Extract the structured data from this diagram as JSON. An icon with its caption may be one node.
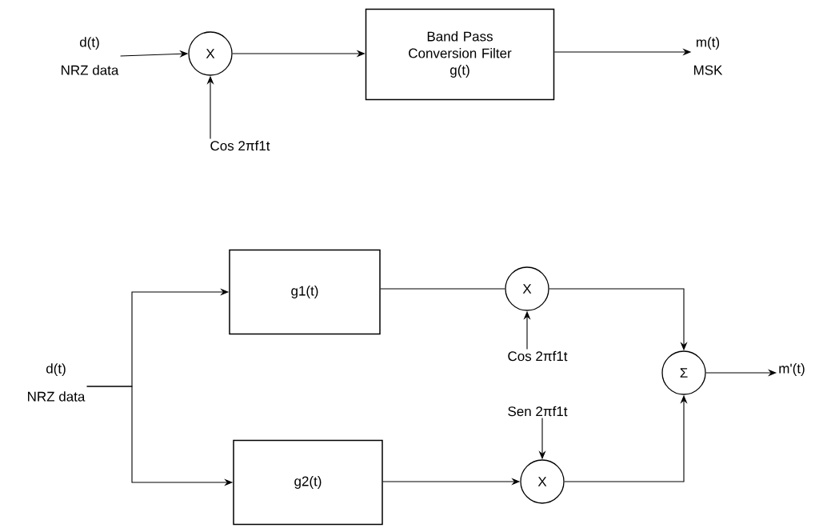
{
  "diagram": {
    "nodes": [
      {
        "text": [
          "d(t)",
          "NRZ data"
        ]
      },
      {
        "text": [
          "X"
        ]
      },
      {
        "text": [
          "Cos 2πf1t"
        ]
      },
      {
        "text": [
          "Band Pass Conversion Filter",
          "g(t)"
        ]
      },
      {
        "text": [
          "m(t)",
          "MSK"
        ]
      },
      {
        "text": [
          "d(t)",
          "NRZ data"
        ]
      },
      {
        "text": [
          "g1(t)"
        ]
      },
      {
        "text": [
          "g2(t)"
        ]
      },
      {
        "text": [
          "X"
        ]
      },
      {
        "text": [
          "Cos 2πf1t"
        ]
      },
      {
        "text": [
          "Sen 2πf1t"
        ]
      },
      {
        "text": [
          "X"
        ]
      },
      {
        "text": [
          "Σ"
        ]
      },
      {
        "text": [
          "m'(t)"
        ]
      }
    ],
    "edges": [
      {
        "from": 0,
        "to": 1,
        "arrow": "to"
      },
      {
        "from": 2,
        "to": 1,
        "arrow": "to"
      },
      {
        "from": 1,
        "to": 3,
        "arrow": "to"
      },
      {
        "from": 3,
        "to": 4,
        "arrow": "to"
      },
      {
        "from": 5,
        "to": 6,
        "arrow": "to"
      },
      {
        "from": 5,
        "to": 7,
        "arrow": "to"
      },
      {
        "from": 6,
        "to": 8,
        "arrow": "none"
      },
      {
        "from": 7,
        "to": 11,
        "arrow": "to"
      },
      {
        "from": 9,
        "to": 8,
        "arrow": "to"
      },
      {
        "from": 10,
        "to": 11,
        "arrow": "to"
      },
      {
        "from": 8,
        "to": 12,
        "arrow": "to"
      },
      {
        "from": 11,
        "to": 12,
        "arrow": "to"
      },
      {
        "from": 12,
        "to": 13,
        "arrow": "to"
      }
    ]
  }
}
